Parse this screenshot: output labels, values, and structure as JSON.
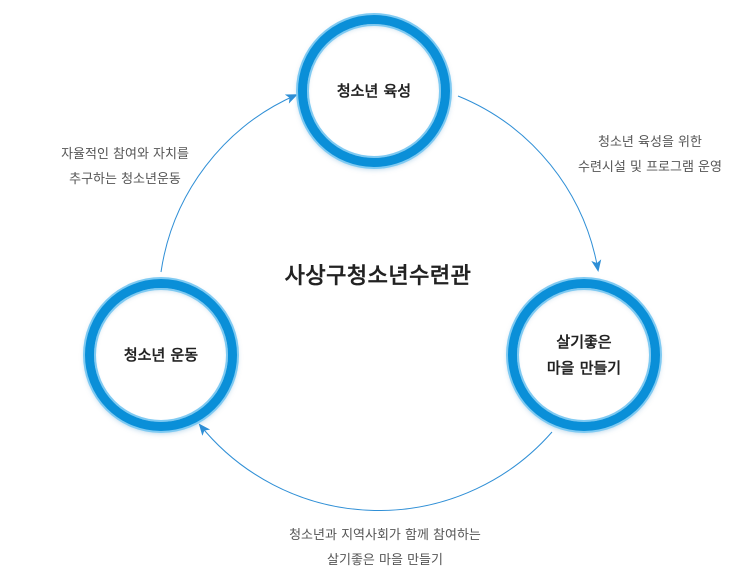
{
  "center": {
    "title": "사상구청소년수련관"
  },
  "nodes": {
    "top": {
      "label": "청소년 육성"
    },
    "right": {
      "line1": "살기좋은",
      "line2": "마을 만들기"
    },
    "left": {
      "label": "청소년 운동"
    }
  },
  "notes": {
    "top_left": {
      "line1": "자율적인 참여와 자치를",
      "line2": "추구하는 청소년운동"
    },
    "top_right": {
      "line1": "청소년 육성을 위한",
      "line2": "수련시설 및 프로그램 운영"
    },
    "bottom": {
      "line1": "청소년과 지역사회가 함께 참여하는",
      "line2": "살기좋은 마을 만들기"
    }
  },
  "colors": {
    "ring": "#0a8fd8",
    "ring_light": "#7fcaf2",
    "arrow": "#2f8fd6",
    "text": "#222222",
    "note_text": "#555555"
  }
}
